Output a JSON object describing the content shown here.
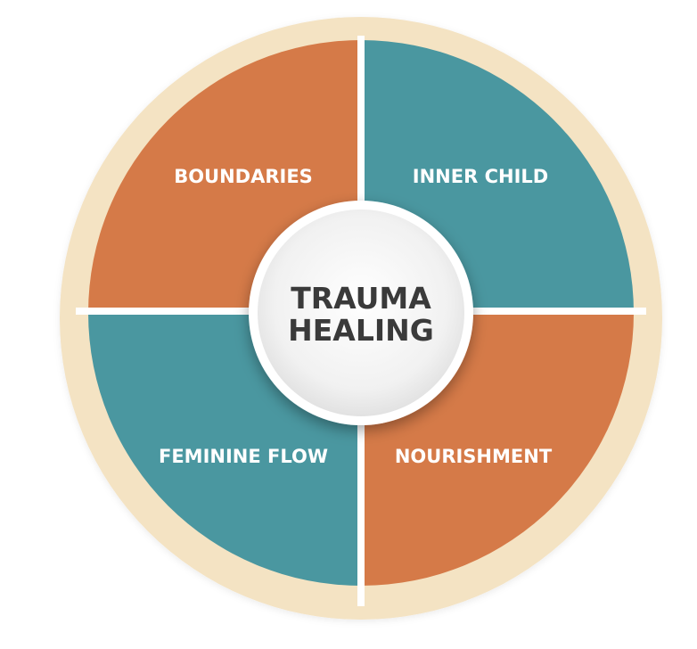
{
  "diagram": {
    "center": {
      "line1": "TRAUMA",
      "line2": "HEALING"
    },
    "quadrants": [
      {
        "id": "top-left",
        "label": "BOUNDARIES",
        "color": "#D57A48"
      },
      {
        "id": "top-right",
        "label": "INNER CHILD",
        "color": "#4A97A0"
      },
      {
        "id": "bottom-left",
        "label": "FEMININE FLOW",
        "color": "#4A97A0"
      },
      {
        "id": "bottom-right",
        "label": "NOURISHMENT",
        "color": "#D57A48"
      }
    ],
    "colors": {
      "ring": "#F4E3C3",
      "separator": "#ffffff",
      "center_fill": "#EFEFEF",
      "center_text": "#3A3A3A",
      "quadrant_text": "#ffffff"
    }
  }
}
